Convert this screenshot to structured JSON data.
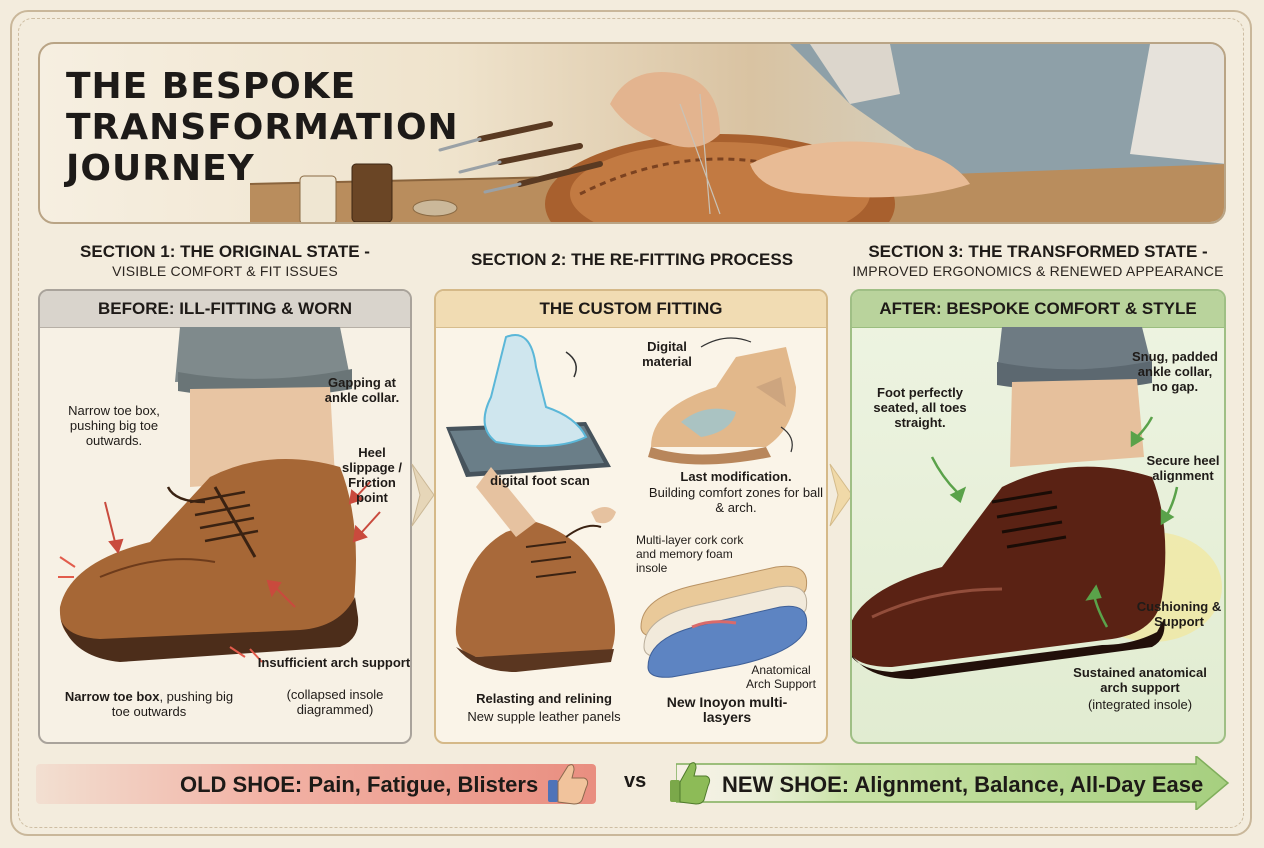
{
  "header": {
    "title": "THE BESPOKE\nTRANSFORMATION\nJOURNEY"
  },
  "sections": [
    {
      "title": "SECTION 1: THE ORIGINAL STATE -",
      "subtitle": "VISIBLE COMFORT & FIT ISSUES"
    },
    {
      "title": "SECTION 2: THE RE-FITTING PROCESS",
      "subtitle": ""
    },
    {
      "title": "SECTION 3: THE TRANSFORMED STATE -",
      "subtitle": "IMPROVED ERGONOMICS & RENEWED APPEARANCE"
    }
  ],
  "before": {
    "heading": "BEFORE: ILL-FITTING & WORN",
    "labels": {
      "toe_box_top": "Narrow toe box, pushing big toe outwards.",
      "gapping": "Gapping at ankle collar.",
      "heel": "Heel slippage / Friction point",
      "arch_title": "Insufficient arch support",
      "arch_note": "(collapsed insole diagrammed)",
      "toe_box_bottom_bold": "Narrow toe box",
      "toe_box_bottom_rest": ", pushing big toe outwards"
    }
  },
  "fitting": {
    "heading": "THE CUSTOM FITTING",
    "labels": {
      "scan": "digital foot scan",
      "digital_material": "Digital material",
      "last_title": "Last modification.",
      "last_note": "Building comfort zones for ball & arch.",
      "multilayer": "Multi-layer cork cork and memory foam insole",
      "relasting_title": "Relasting and relining",
      "relasting_note": "New supple leather panels",
      "arch_support": "Anatomical Arch Support",
      "new_layers": "New Inoyon multi-lasyers"
    }
  },
  "after": {
    "heading": "AFTER: BESPOKE COMFORT & STYLE",
    "labels": {
      "seated": "Foot perfectly seated, all toes straight.",
      "collar": "Snug, padded ankle collar, no gap.",
      "heel": "Secure heel alignment",
      "cushion": "Cushioning & Support",
      "arch_title": "Sustained anatomical arch support",
      "arch_note": "(integrated insole)"
    }
  },
  "banner": {
    "old": "OLD SHOE: Pain, Fatigue, Blisters",
    "vs": "vs",
    "new": "NEW SHOE: Alignment, Balance, All-Day Ease"
  }
}
